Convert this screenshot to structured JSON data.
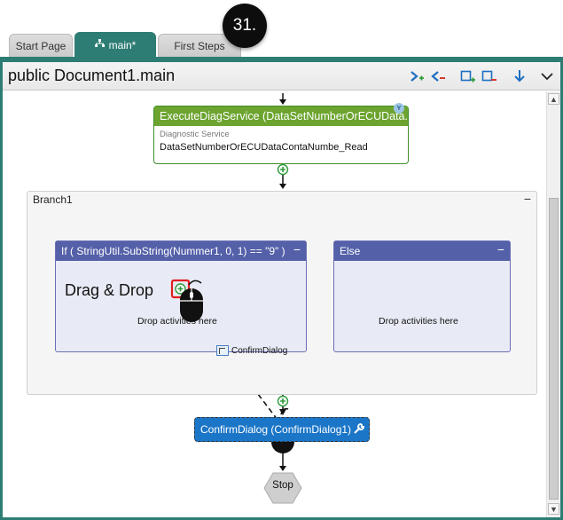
{
  "tabs": [
    {
      "label": "Start Page",
      "active": false
    },
    {
      "label": "main*",
      "active": true,
      "icon": "hierarchy-icon"
    },
    {
      "label": "First Steps",
      "active": false
    }
  ],
  "step_badge": "31.",
  "document_title": "public Document1.main",
  "toolbar": {
    "icons": [
      "add-variable-icon",
      "remove-variable-icon",
      "add-parameter-icon",
      "remove-parameter-icon",
      "down-arrow-icon",
      "chevron-down-icon"
    ]
  },
  "execute_activity": {
    "title": "ExecuteDiagService (DataSetNumberOrECUData...",
    "subtitle": "Diagnostic Service",
    "value": "DataSetNumberOrECUDataContaNumbe_Read",
    "badge": "Y"
  },
  "branch": {
    "label": "Branch1",
    "collapse": "−",
    "if_case": {
      "title": "If ( StringUtil.SubString(Nummer1, 0, 1) == \"9\" )",
      "collapse": "−",
      "drop_text": "Drop activities here"
    },
    "else_case": {
      "title": "Else",
      "collapse": "−",
      "drop_text": "Drop activities here"
    }
  },
  "drag_drop_label": "Drag & Drop",
  "drag_ghost_label": "ConfirmDialog",
  "confirm_activity": {
    "label": "ConfirmDialog (ConfirmDialog1)"
  },
  "stop_label": "Stop",
  "colors": {
    "teal": "#2e7d74",
    "green": "#6ca42f",
    "blue_header": "#5460a8",
    "confirm_blue": "#1c76c8"
  }
}
